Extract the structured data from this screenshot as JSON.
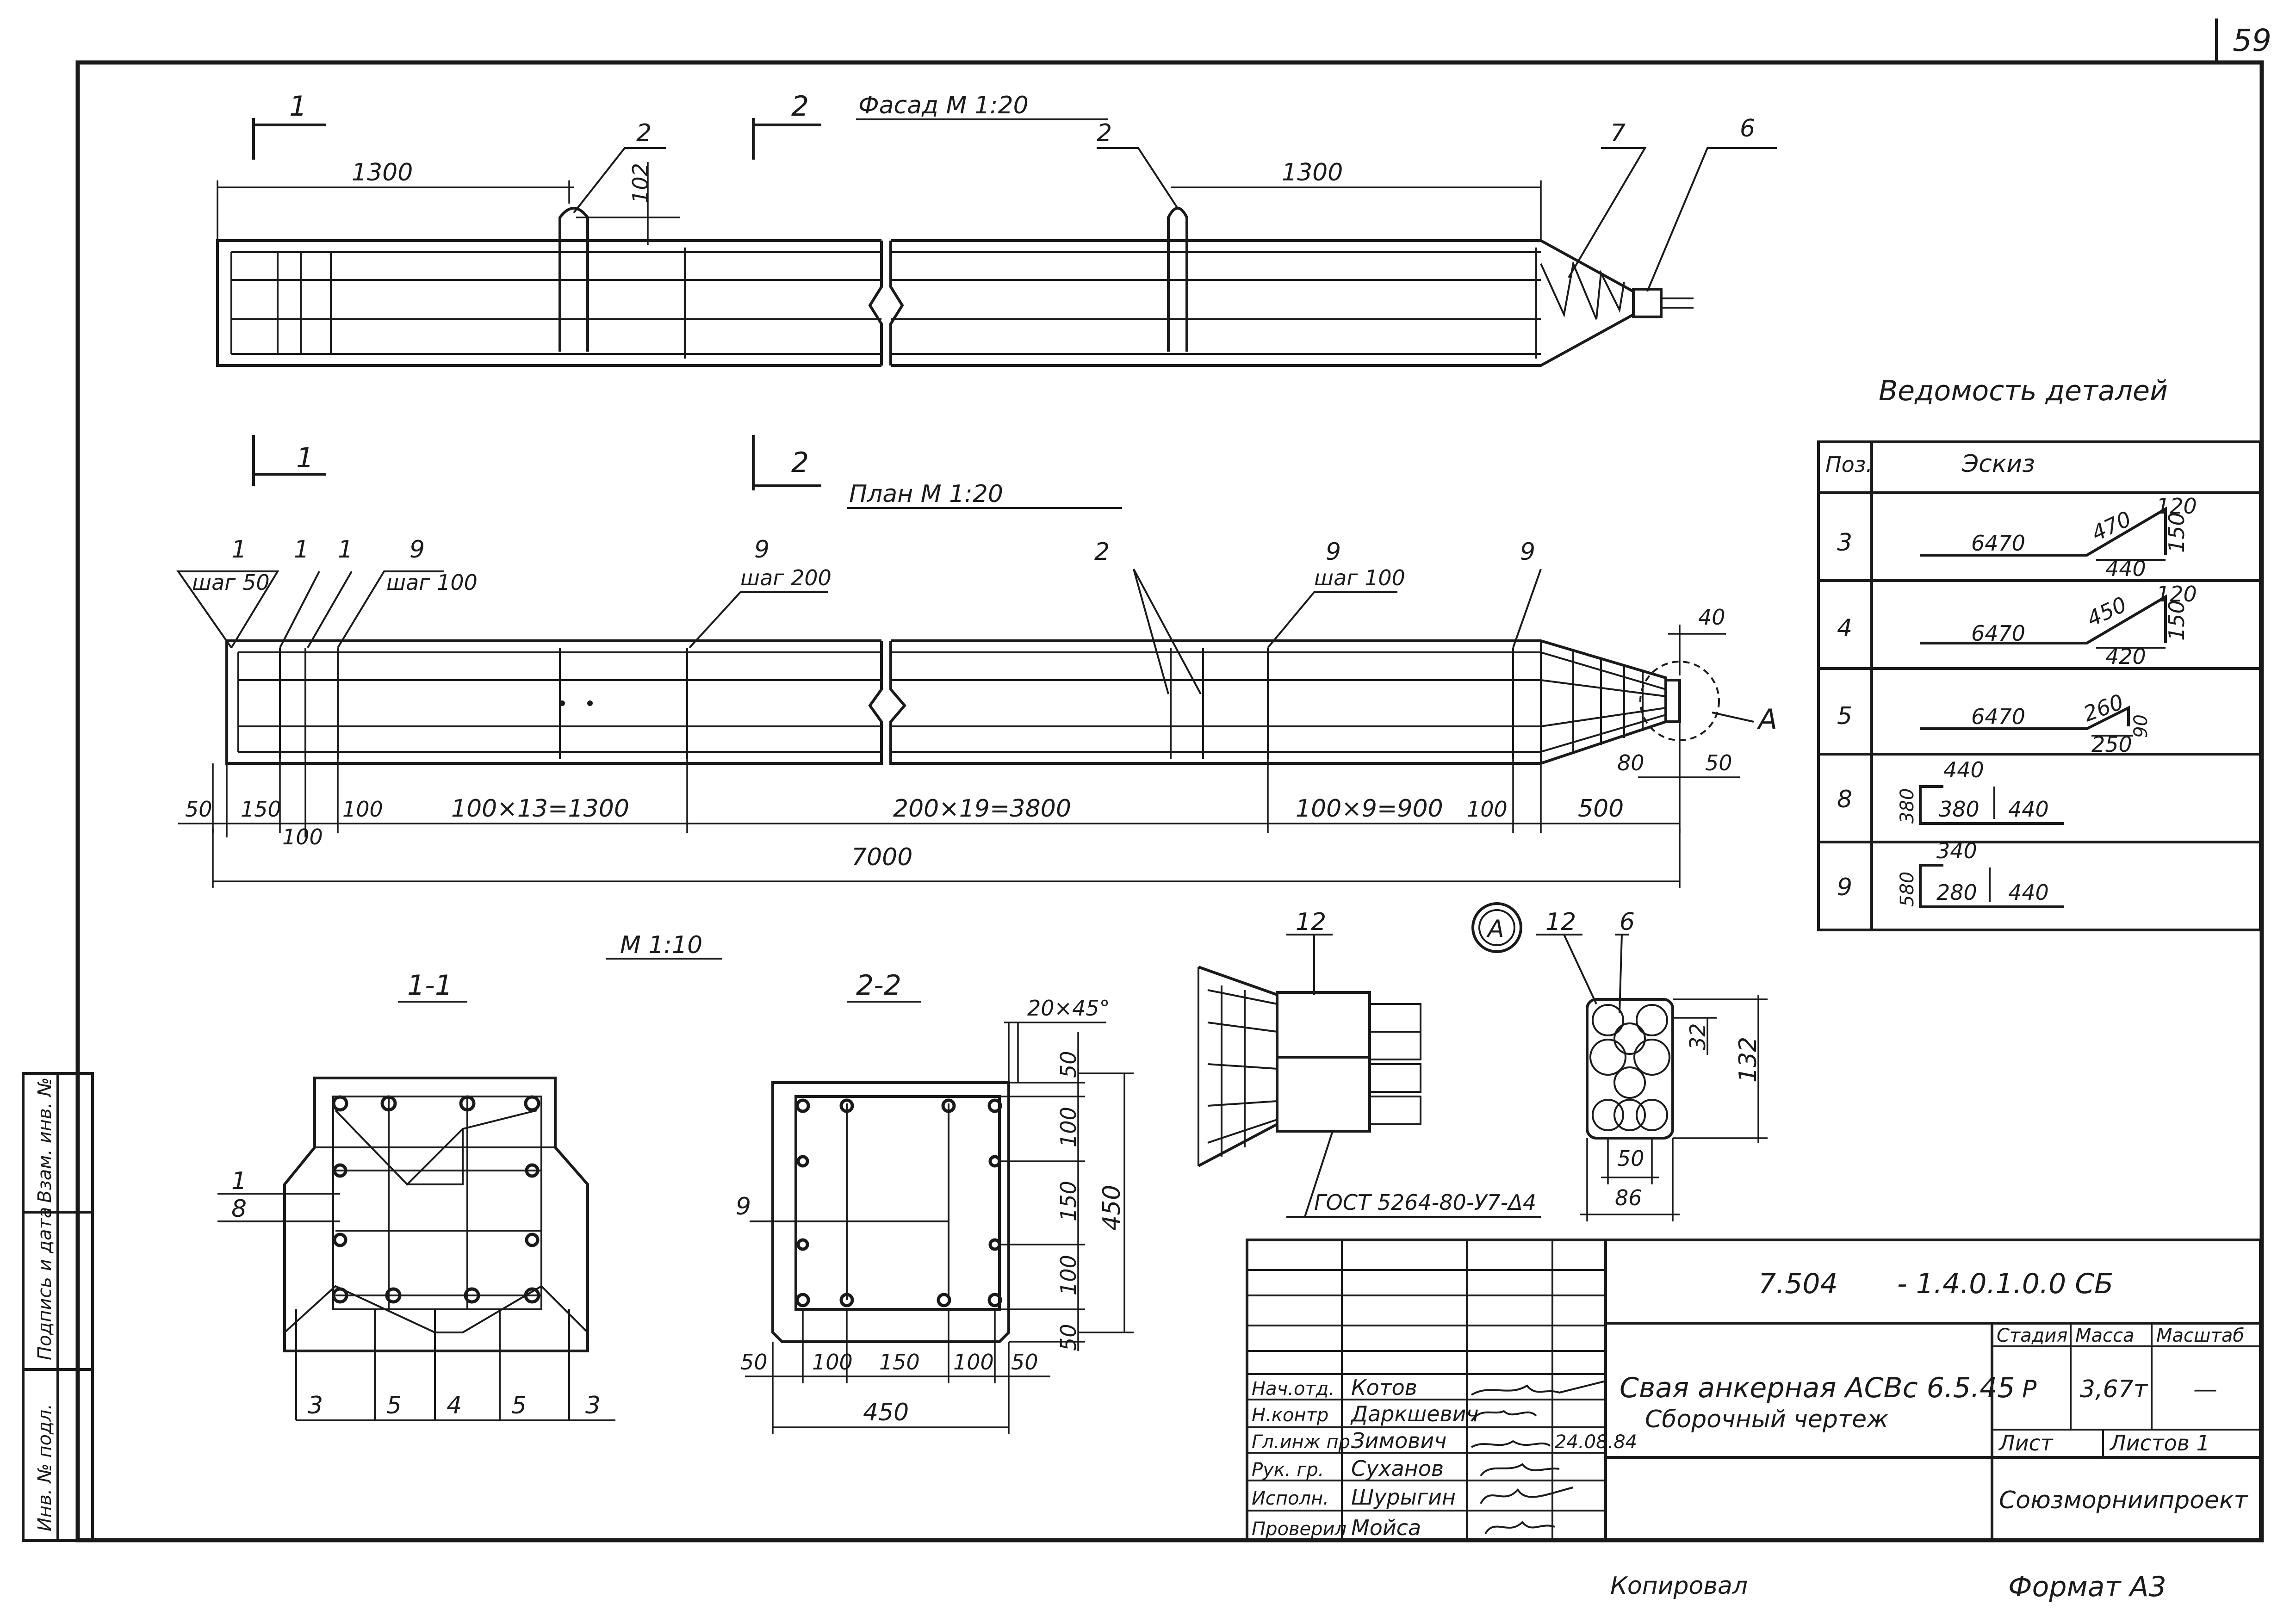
{
  "sheet": {
    "number": "59",
    "copied": "Копировал",
    "format": "Формат А3"
  },
  "facade": {
    "title": "Фасад  М 1:20",
    "cut1": "1",
    "cut2": "2",
    "dim_left": "1300",
    "dim_102": "102",
    "dim_right": "1300",
    "pos2a": "2",
    "pos2b": "2",
    "pos7": "7",
    "pos6": "6"
  },
  "plan": {
    "title": "План   М 1:20",
    "cut1": "1",
    "cut2": "2",
    "leaders": [
      "1",
      "шаг 50",
      "1",
      "1",
      "9",
      "шаг 100",
      "9",
      "шаг 200",
      "2",
      "9",
      "шаг 100",
      "9",
      "40",
      "А"
    ],
    "dims": [
      "50",
      "150",
      "100",
      "100",
      "100×13=1300",
      "200×19=3800",
      "100×9=900",
      "100",
      "500",
      "80",
      "50",
      "7000"
    ]
  },
  "sections": {
    "scale": "М 1:10",
    "s11": "1-1",
    "s22": "2-2",
    "s11_labels": [
      "1",
      "8",
      "3",
      "5",
      "4",
      "5",
      "3"
    ],
    "s22_labels": [
      "20×45°",
      "9",
      "50",
      "100",
      "150",
      "100",
      "50",
      "450",
      "50",
      "100",
      "150",
      "100",
      "50",
      "450"
    ]
  },
  "node_a": {
    "mark": "А",
    "pos12a": "12",
    "pos12b": "12",
    "pos6": "6",
    "gost": "ГОСТ 5264-80-У7-Δ4",
    "d32": "32",
    "d132": "132",
    "d50": "50",
    "d86": "86"
  },
  "details": {
    "title": "Ведомость деталей",
    "head_pos": "Поз.",
    "head_sketch": "Эскиз",
    "rows": [
      {
        "pos": "3",
        "a": "6470",
        "b": "470",
        "c": "120",
        "d": "150",
        "e": "440"
      },
      {
        "pos": "4",
        "a": "6470",
        "b": "450",
        "c": "120",
        "d": "150",
        "e": "420"
      },
      {
        "pos": "5",
        "a": "6470",
        "b": "260",
        "c": "90",
        "d": "250",
        "e": ""
      },
      {
        "pos": "8",
        "a": "440",
        "b": "380",
        "c": "380",
        "d": "440",
        "e": ""
      },
      {
        "pos": "9",
        "a": "340",
        "b": "580",
        "c": "280",
        "d": "440",
        "e": ""
      }
    ]
  },
  "stamp": {
    "code_prefix": "7.504",
    "code": "- 1.4.0.1.0.0 СБ",
    "title1": "Свая анкерная АСВс 6.5.45",
    "title2": "Сборочный  чертеж",
    "stage_h": "Стадия",
    "mass_h": "Масса",
    "scale_h": "Масштаб",
    "stage": "Р",
    "mass": "3,67т",
    "scale": "—",
    "sheet_h": "Лист",
    "sheets_h": "Листов 1",
    "org": "Союзморниипроект",
    "roles": [
      "Нач.отд.",
      "Н.контр",
      "Гл.инж пр.",
      "Рук. гр.",
      "Исполн.",
      "Проверил"
    ],
    "names": [
      "Котов",
      "Даркшевич",
      "Зимович",
      "Суханов",
      "Шурыгин",
      "Мойса"
    ],
    "date": "24.08.84"
  },
  "side_stamp": [
    "Инв. № подл.",
    "Подпись и дата",
    "Взам. инв. №"
  ]
}
